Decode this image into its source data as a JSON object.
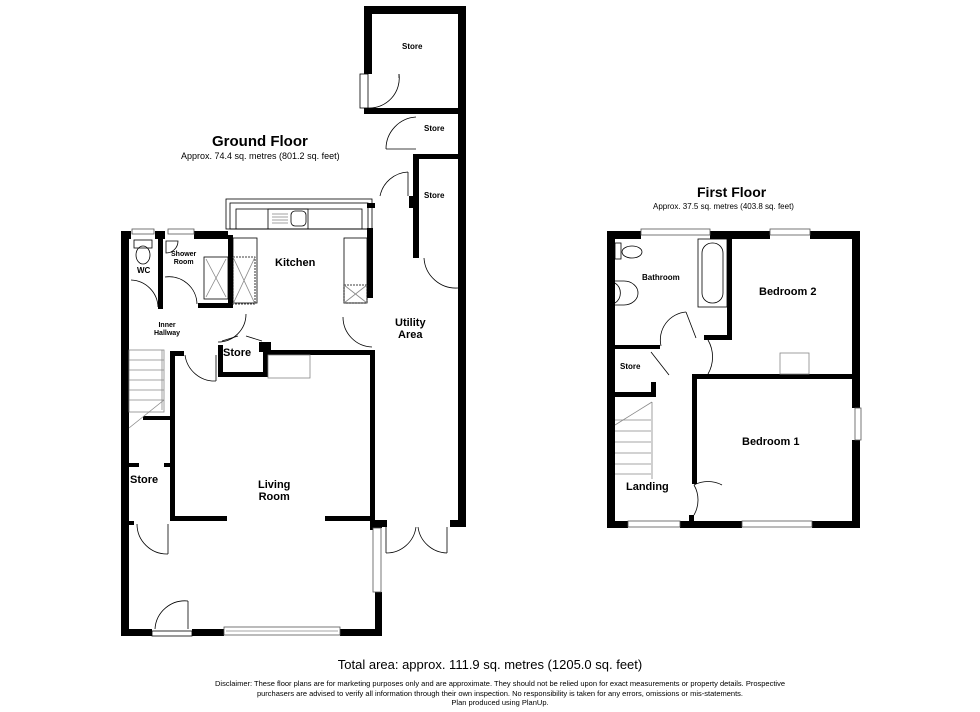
{
  "ground_floor": {
    "title": "Ground Floor",
    "area": "Approx. 74.4 sq. metres (801.2 sq. feet)",
    "rooms": {
      "store_top": "Store",
      "store_mid": "Store",
      "store_side": "Store",
      "kitchen": "Kitchen",
      "wc": "WC",
      "shower_room_line1": "Shower",
      "shower_room_line2": "Room",
      "inner_hallway_line1": "Inner",
      "inner_hallway_line2": "Hallway",
      "store_small": "Store",
      "utility_line1": "Utility",
      "utility_line2": "Area",
      "store_left": "Store",
      "living_line1": "Living",
      "living_line2": "Room"
    }
  },
  "first_floor": {
    "title": "First Floor",
    "area": "Approx. 37.5 sq. metres (403.8 sq. feet)",
    "rooms": {
      "bathroom": "Bathroom",
      "bedroom2": "Bedroom 2",
      "store": "Store",
      "bedroom1": "Bedroom 1",
      "landing": "Landing"
    }
  },
  "footer": {
    "total_area": "Total area: approx. 111.9 sq. metres (1205.0 sq. feet)",
    "disclaimer_line1": "Disclaimer: These floor plans are for marketing purposes only and are approximate. They should not be relied upon for exact measurements or property details. Prospective",
    "disclaimer_line2": "purchasers are advised to verify all information through their own inspection. No responsibility is taken for any errors, omissions or mis-statements.",
    "disclaimer_line3": "Plan produced using PlanUp."
  }
}
